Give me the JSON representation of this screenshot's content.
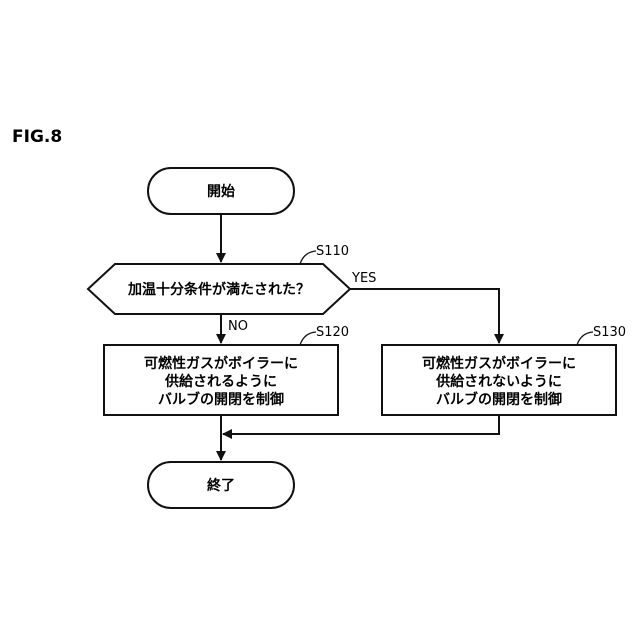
{
  "figure": {
    "label": "FIG.8"
  },
  "nodes": {
    "start": {
      "text": "開始"
    },
    "decision": {
      "text": "加温十分条件が満たされた？",
      "step": "S110"
    },
    "process_no": {
      "lines": [
        "可燃性ガスがボイラーに",
        "供給されるように",
        "バルブの開閉を制御"
      ],
      "step": "S120"
    },
    "process_yes": {
      "lines": [
        "可燃性ガスがボイラーに",
        "供給されないように",
        "バルブの開閉を制御"
      ],
      "step": "S130"
    },
    "end": {
      "text": "終了"
    }
  },
  "branches": {
    "yes": "YES",
    "no": "NO"
  }
}
